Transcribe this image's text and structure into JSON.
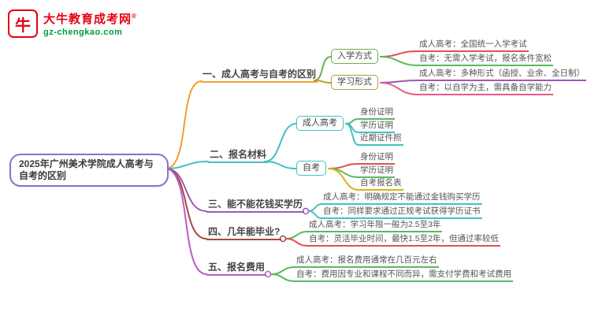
{
  "logo": {
    "icon_char": "牛",
    "brand": "大牛教育成考网",
    "reg": "®",
    "site": "gz-chengkao.com",
    "brand_color": "#e60012",
    "site_color": "#009944"
  },
  "root": {
    "title": "2025年广州美术学院成人高考与自考的区别",
    "color": "#8d6fd0"
  },
  "branches": [
    {
      "label": "一、成人高考与自考的区别",
      "color": "#f59e2d",
      "children": [
        {
          "label": "入学方式",
          "color": "#6ab04c",
          "leaves": [
            {
              "text": "成人高考：全国统一入学考试",
              "color": "#e05252"
            },
            {
              "text": "自考：无需入学考试，报名条件宽松",
              "color": "#5cb85c"
            }
          ]
        },
        {
          "label": "学习形式",
          "color": "#b0a12f",
          "leaves": [
            {
              "text": "成人高考：多种形式（函授、业余、全日制）",
              "color": "#9b59b6"
            },
            {
              "text": "自考：以自学为主，需具备自学能力",
              "color": "#e8588a"
            }
          ]
        }
      ]
    },
    {
      "label": "二、报名材料",
      "color": "#45c0c0",
      "children": [
        {
          "label": "成人高考",
          "color": "#45c0c0",
          "leaves": [
            {
              "text": "身份证明",
              "color": "#5cb85c"
            },
            {
              "text": "学历证明",
              "color": "#45c0c0"
            },
            {
              "text": "近期证件照",
              "color": "#45c0c0"
            }
          ]
        },
        {
          "label": "自考",
          "color": "#45c0c0",
          "leaves": [
            {
              "text": "身份证明",
              "color": "#e05252"
            },
            {
              "text": "学历证明",
              "color": "#5cb85c"
            },
            {
              "text": "自考报名表",
              "color": "#d9b310"
            }
          ]
        }
      ]
    },
    {
      "label": "三、能不能花钱买学历",
      "color": "#9b59b6",
      "leaves": [
        {
          "text": "成人高考：明确规定不能通过金钱购买学历",
          "color": "#45c0c0"
        },
        {
          "text": "自考：同样要求通过正规考试获得学历证书",
          "color": "#45c0c0"
        }
      ]
    },
    {
      "label": "四、几年能毕业?",
      "color": "#a34a3f",
      "leaves": [
        {
          "text": "成人高考：学习年限一般为2.5至3年",
          "color": "#5cb85c"
        },
        {
          "text": "自考：灵活毕业时间，最快1.5至2年，但通过率较低",
          "color": "#e05252"
        }
      ]
    },
    {
      "label": "五、报名费用",
      "color": "#b85cc5",
      "leaves": [
        {
          "text": "成人高考：报名费用通常在几百元左右",
          "color": "#5cb85c"
        },
        {
          "text": "自考：费用因专业和课程不同而异，需支付学费和考试费用",
          "color": "#5cb85c"
        }
      ]
    }
  ]
}
